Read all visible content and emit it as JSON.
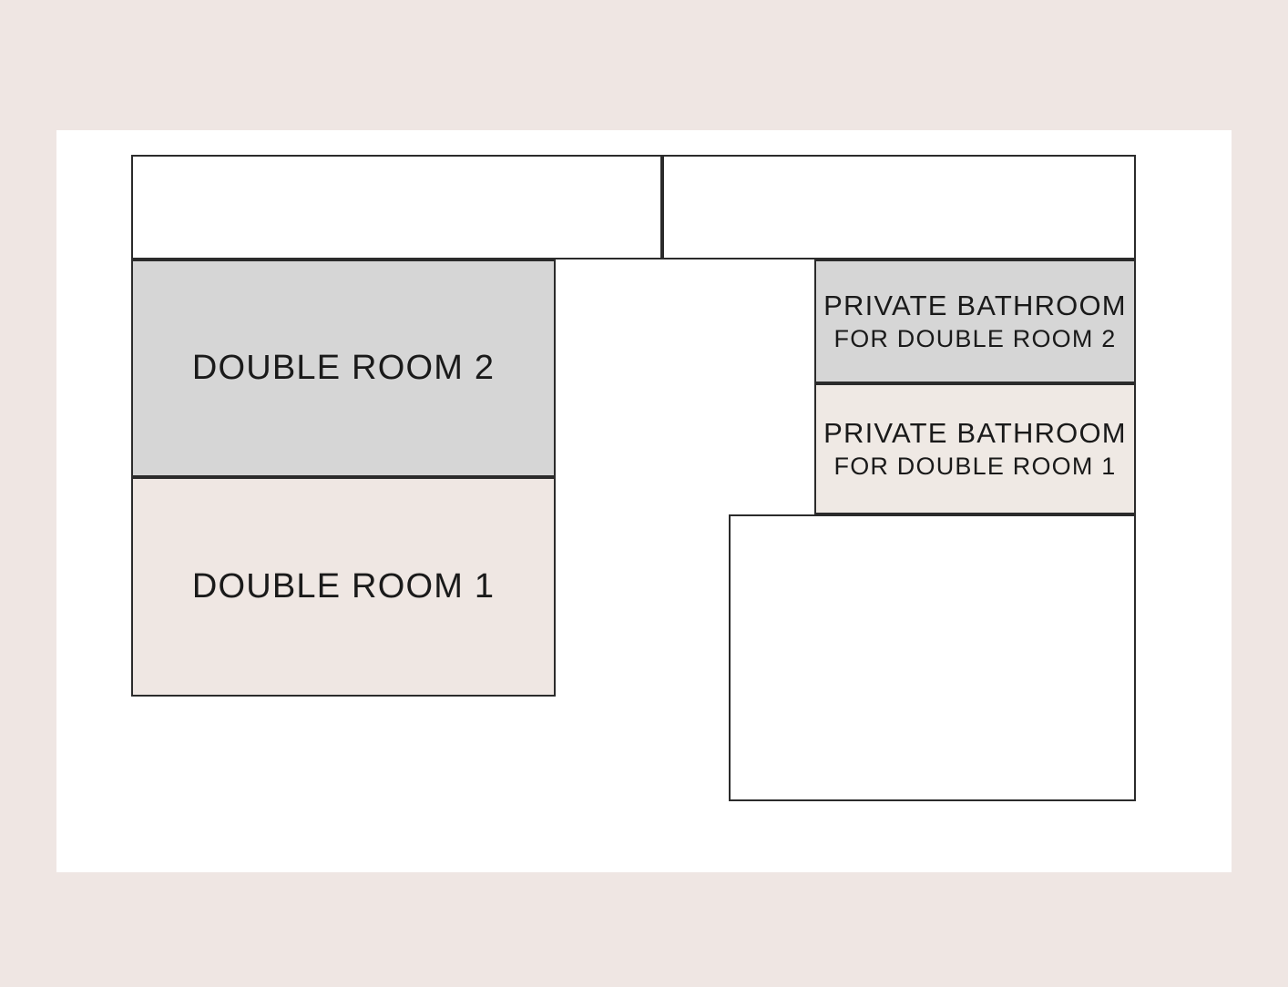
{
  "page": {
    "background_color": "#efe6e3",
    "sheet_color": "#ffffff",
    "line_color": "#2b2b2b"
  },
  "floor_plan": {
    "rooms": [
      {
        "id": "box-top-left",
        "label": "",
        "fill": "#ffffff",
        "kind": "unlabeled-space"
      },
      {
        "id": "box-top-right",
        "label": "",
        "fill": "#ffffff",
        "kind": "unlabeled-space"
      },
      {
        "id": "room-double-2",
        "label": "DOUBLE ROOM 2",
        "fill": "#d6d6d6",
        "kind": "bedroom"
      },
      {
        "id": "room-double-1",
        "label": "DOUBLE ROOM 1",
        "fill": "#efe7e3",
        "kind": "bedroom"
      },
      {
        "id": "bath-for-double-2",
        "label_line_1": "PRIVATE BATHROOM",
        "label_line_2": "FOR DOUBLE ROOM 2",
        "fill": "#d6d6d6",
        "kind": "bathroom"
      },
      {
        "id": "bath-for-double-1",
        "label_line_1": "PRIVATE BATHROOM",
        "label_line_2": "FOR DOUBLE ROOM 1",
        "fill": "#efe9e4",
        "kind": "bathroom"
      },
      {
        "id": "box-bottom-right",
        "label": "",
        "fill": "#ffffff",
        "kind": "unlabeled-space"
      }
    ]
  }
}
